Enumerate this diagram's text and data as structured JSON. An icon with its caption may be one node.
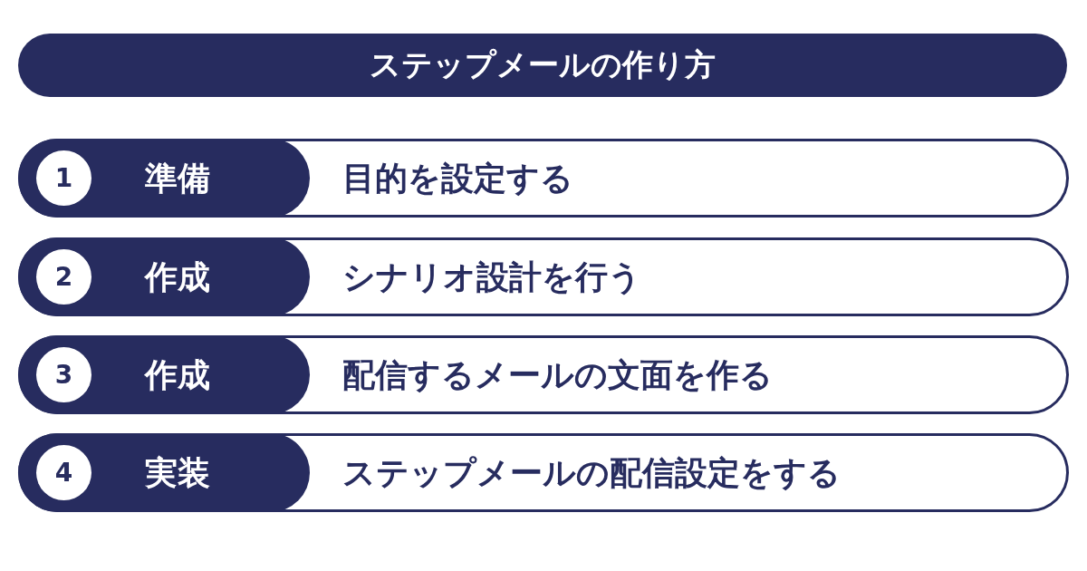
{
  "diagram": {
    "title": "ステップメールの作り方",
    "nodes": [
      {
        "text": [
          "目的を設定する"
        ]
      },
      {
        "text": [
          "準備"
        ],
        "in": 0
      },
      {
        "text": [
          "1"
        ],
        "in": 1
      },
      {
        "text": [
          "シナリオ設計を行う"
        ]
      },
      {
        "text": [
          "作成"
        ],
        "in": 3
      },
      {
        "text": [
          "2"
        ],
        "in": 4
      },
      {
        "text": [
          "配信するメールの文面を作る"
        ]
      },
      {
        "text": [
          "作成"
        ],
        "in": 6
      },
      {
        "text": [
          "3"
        ],
        "in": 7
      },
      {
        "text": [
          "ステップメールの配信設定をする"
        ]
      },
      {
        "text": [
          "実装"
        ],
        "in": 9
      },
      {
        "text": [
          "4"
        ],
        "in": 10
      }
    ]
  }
}
